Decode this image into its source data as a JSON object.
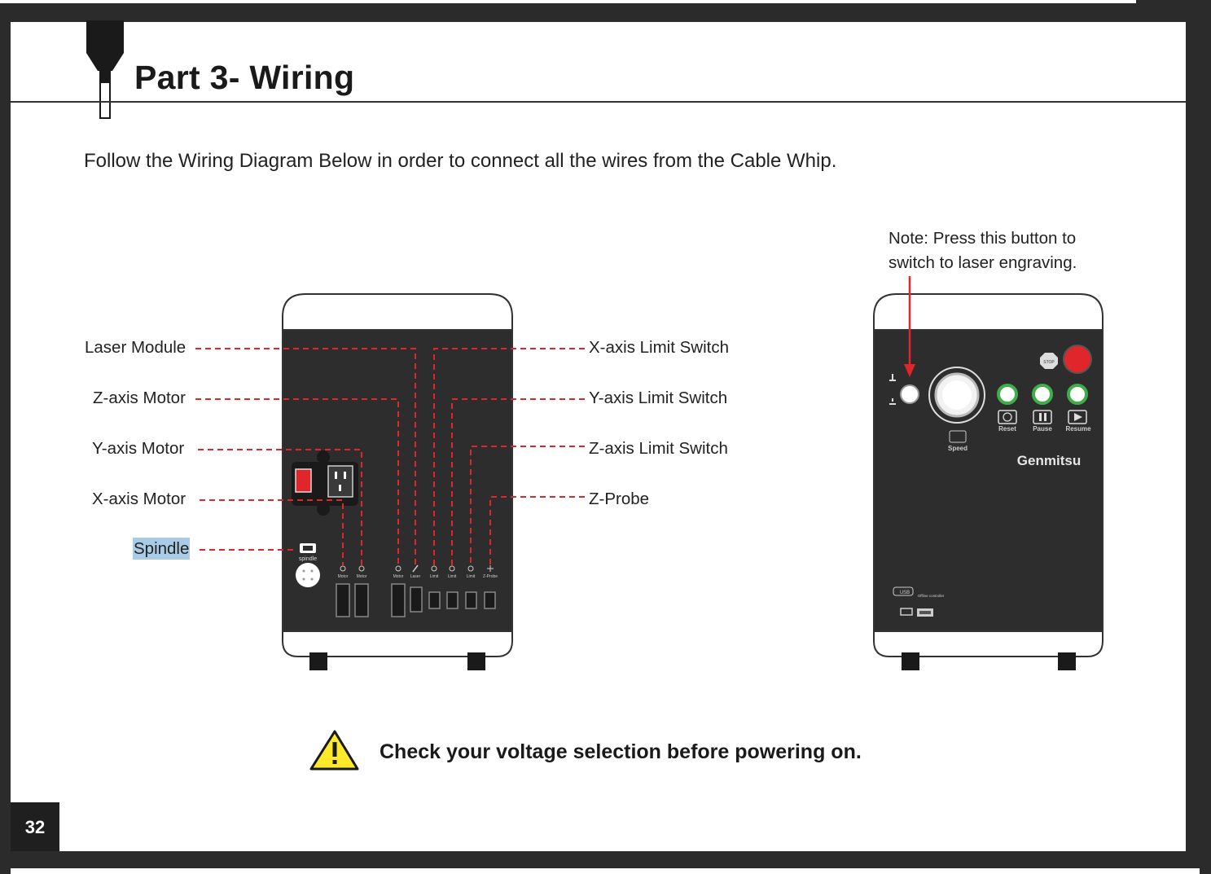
{
  "header": {
    "title": "Part 3- Wiring",
    "subtitle": "Follow the Wiring Diagram Below in order to connect all the wires from the Cable Whip."
  },
  "left_labels": {
    "laser_module": "Laser Module",
    "z_axis_motor": "Z-axis Motor",
    "y_axis_motor": "Y-axis Motor",
    "x_axis_motor": "X-axis Motor",
    "spindle": "Spindle"
  },
  "right_labels": {
    "x_limit": "X-axis Limit Switch",
    "y_limit": "Y-axis Limit Switch",
    "z_limit": "Z-axis Limit Switch",
    "z_probe": "Z-Probe"
  },
  "note": {
    "line1": "Note: Press this button to",
    "line2": "switch to laser engraving."
  },
  "back_panel": {
    "spindle_label": "spindle",
    "port_labels": [
      "Motor",
      "Motor",
      "Motor",
      "Laser",
      "Limit",
      "Limit",
      "Limit",
      "Z-Probe"
    ]
  },
  "front_panel": {
    "brand": "Genmitsu",
    "stop_label": "STOP",
    "speed_label": "Speed",
    "buttons": [
      "Reset",
      "Pause",
      "Resume"
    ],
    "usb_label": "USB",
    "offline_label": "Offline controller"
  },
  "warning": {
    "text": "Check your voltage selection before powering on."
  },
  "page_number": "32",
  "colors": {
    "wire": "#e0262a",
    "panel": "#2d2d2d",
    "estop": "#e0262a",
    "button_ring": "#3fae49",
    "highlight": "#a9cbe6",
    "warning_fill": "#ffe92a"
  }
}
